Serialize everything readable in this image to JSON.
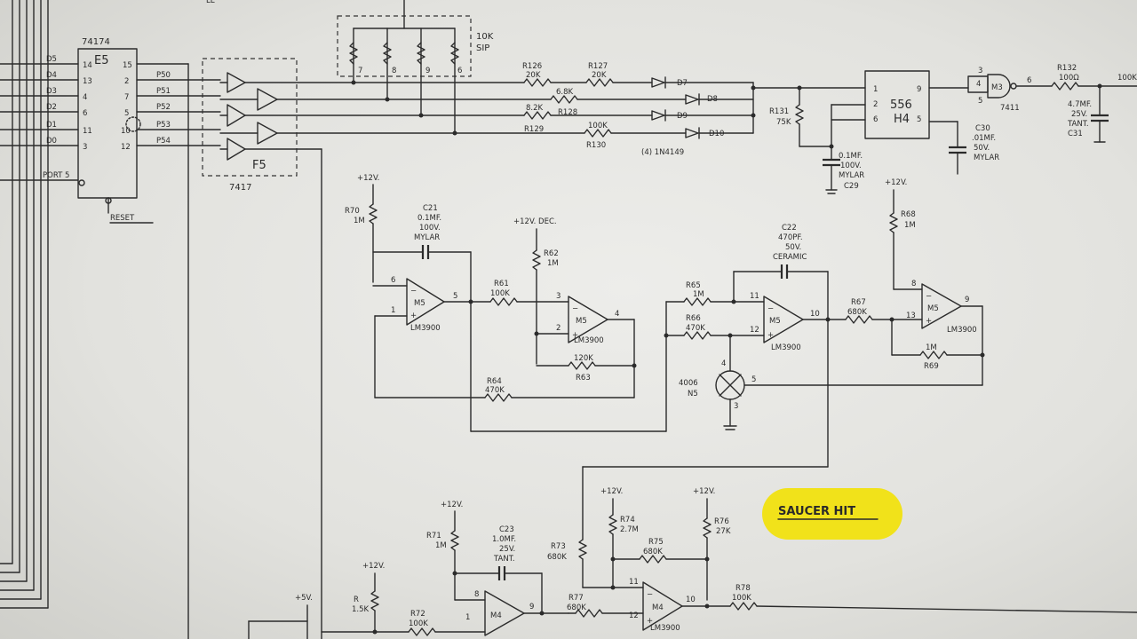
{
  "sheet_fragment": "LE",
  "highlight": {
    "text": "SAUCER HIT",
    "color": "#f1e21a"
  },
  "chips": {
    "e5": {
      "part": "74174",
      "ref": "E5",
      "reset": "RESET",
      "port": "PORT 5",
      "in_pins": [
        "14",
        "13",
        "4",
        "6",
        "11",
        "3"
      ],
      "out_pins": [
        "15",
        "2",
        "7",
        "10",
        "5",
        "12"
      ],
      "inputs": [
        "D5",
        "D4",
        "D3",
        "D2",
        "D1",
        "D0"
      ],
      "outputs": [
        "P50",
        "P51",
        "P52",
        "P53",
        "P54"
      ]
    },
    "f5": {
      "part": "7417",
      "ref": "F5"
    },
    "sip": {
      "value": "10K",
      "type": "SIP",
      "pins": [
        "7",
        "8",
        "9",
        "6"
      ]
    },
    "h4": {
      "part": "556",
      "ref": "H4",
      "pins": [
        "1",
        "2",
        "6",
        "9",
        "5"
      ]
    },
    "m3": {
      "ref": "M3",
      "part": "7411",
      "pins": [
        "3",
        "4",
        "5",
        "6"
      ]
    }
  },
  "parts": {
    "r126": {
      "ref": "R126",
      "value": "20K"
    },
    "r127": {
      "ref": "R127",
      "value": "20K"
    },
    "r128": {
      "ref": "R128",
      "value": "6.8K"
    },
    "r129": {
      "ref": "R129",
      "value": "8.2K"
    },
    "r130": {
      "ref": "R130",
      "value": "100K"
    },
    "r131": {
      "ref": "R131",
      "value": "75K"
    },
    "r132": {
      "ref": "R132",
      "value": "100Ω"
    },
    "diodes": [
      "D7",
      "D8",
      "D9",
      "D10"
    ],
    "diode_note": "(4) 1N4149",
    "c29": {
      "value": "0.1MF.",
      "rating": "100V.",
      "kind": "MYLAR",
      "ref": "C29"
    },
    "c30": {
      "ref": "C30",
      "value": ".01MF.",
      "rating": "50V.",
      "kind": "MYLAR"
    },
    "c31": {
      "value": "4.7MF.",
      "rating": "25V.",
      "kind": "TANT.",
      "ref": "C31"
    },
    "r70": {
      "ref": "R70",
      "value": "1M"
    },
    "c21": {
      "ref": "C21",
      "value": "0.1MF.",
      "rating": "100V.",
      "kind": "MYLAR"
    },
    "r61": {
      "ref": "R61",
      "value": "100K"
    },
    "r62": {
      "ref": "R62",
      "value": "1M"
    },
    "r63": {
      "ref": "R63",
      "value": "120K"
    },
    "r64": {
      "ref": "R64",
      "value": "470K"
    },
    "r65": {
      "ref": "R65",
      "value": "1M"
    },
    "r66": {
      "ref": "R66",
      "value": "470K"
    },
    "c22": {
      "ref": "C22",
      "value": "470PF.",
      "rating": "50V.",
      "kind": "CERAMIC"
    },
    "r67": {
      "ref": "R67",
      "value": "680K"
    },
    "r68": {
      "ref": "R68",
      "value": "1M"
    },
    "r69": {
      "ref": "R69",
      "value": "1M"
    },
    "n5": {
      "part": "4006",
      "ref": "N5",
      "pins": [
        "4",
        "5",
        "3"
      ]
    },
    "r71": {
      "ref": "R71",
      "value": "1M"
    },
    "c23": {
      "ref": "C23",
      "value": "1.0MF.",
      "rating": "25V.",
      "kind": "TANT."
    },
    "r72": {
      "ref": "R72",
      "value": "100K"
    },
    "r73": {
      "ref": "R73",
      "value": "680K"
    },
    "r74": {
      "ref": "R74",
      "value": "2.7M"
    },
    "r75": {
      "ref": "R75",
      "value": "680K"
    },
    "r76": {
      "ref": "R76",
      "value": "27K"
    },
    "r77": {
      "ref": "R77",
      "value": "680K"
    },
    "r78": {
      "ref": "R78",
      "value": "100K"
    },
    "r_small": {
      "ref": "R",
      "value": "1.5K"
    }
  },
  "opamps": {
    "u1": {
      "ref": "M5",
      "part": "LM3900",
      "pins": [
        "6",
        "1",
        "5"
      ]
    },
    "u2": {
      "ref": "M5",
      "part": "LM3900",
      "pins": [
        "3",
        "2",
        "4"
      ]
    },
    "u3": {
      "ref": "M5",
      "part": "LM3900",
      "pins": [
        "11",
        "12",
        "10"
      ]
    },
    "u4": {
      "ref": "M5",
      "part": "LM3900",
      "pins": [
        "8",
        "13",
        "9"
      ]
    },
    "u5": {
      "ref": "M4",
      "pins": [
        "8",
        "1",
        "9"
      ]
    },
    "u6": {
      "ref": "M4",
      "part": "LM3900",
      "pins": [
        "11",
        "12",
        "10"
      ]
    }
  },
  "supplies": {
    "v12": "+12V.",
    "v12dec": "+12V. DEC.",
    "v5": "+5V."
  }
}
